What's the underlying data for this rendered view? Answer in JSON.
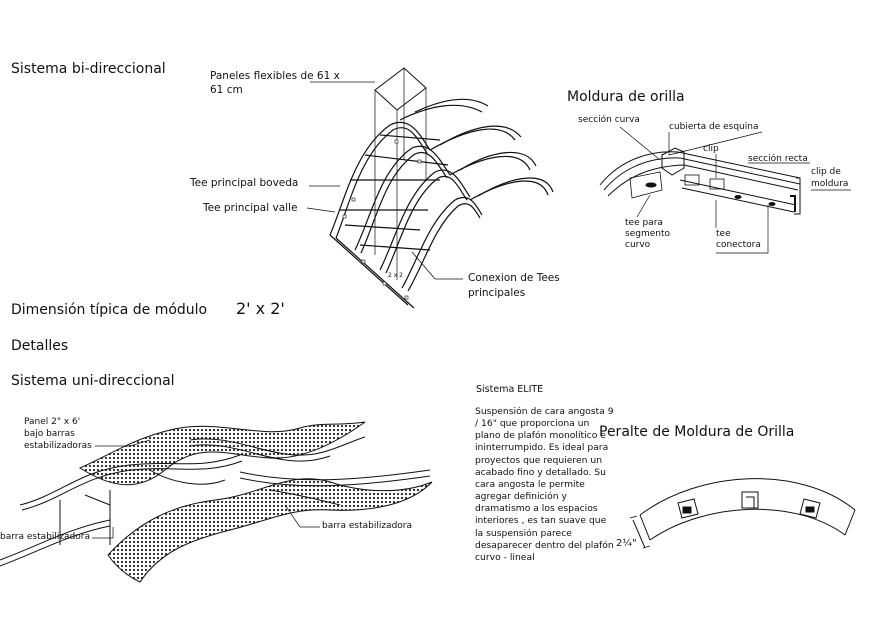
{
  "headings": {
    "bi": "Sistema bi-direccional",
    "moldura": "Moldura de orilla",
    "dimension": "Dimensión típica de módulo",
    "dimension_value": "2' x 2'",
    "detalles": "Detalles",
    "uni": "Sistema uni-direccional",
    "peralte": "Peralte de Moldura de Orilla"
  },
  "bi_labels": {
    "paneles": "Paneles flexibles de 61 x",
    "paneles2": "61 cm",
    "boveda": "Tee principal boveda",
    "valle": "Tee principal valle",
    "conexion": "Conexion de Tees",
    "conexion2": "principales",
    "module": "2 x 2"
  },
  "moldura_labels": {
    "seccion_curva": "sección curva",
    "cubierta": "cubierta de esquina",
    "clip": "clip",
    "seccion_recta": "sección recta",
    "clip_moldura": "clip de",
    "clip_moldura2": "moldura",
    "tee_para": "tee para",
    "segmento": "segmento",
    "curvo": "curvo",
    "tee": "tee",
    "conectora": "conectora"
  },
  "uni_labels": {
    "panel1": "Panel 2\" x 6'",
    "panel2": "bajo barras",
    "panel3": "estabilizadoras",
    "barra_left": "barra estabilizadora",
    "barra_right": "barra estabilizadora"
  },
  "elite": {
    "title": "Sistema ELITE",
    "text": "Suspensión de cara angosta 9 / 16\" que proporciona un plano de plafón monolítico e ininterrumpido. Es ideal para proyectos que requieren un acabado fino y detallado. Su cara angosta le permite agregar definición y dramatismo a los espacios interiores , es tan suave que la suspensión parece desaparecer dentro del plafón curvo - lineal"
  },
  "peralte_dimension": "2¼\""
}
